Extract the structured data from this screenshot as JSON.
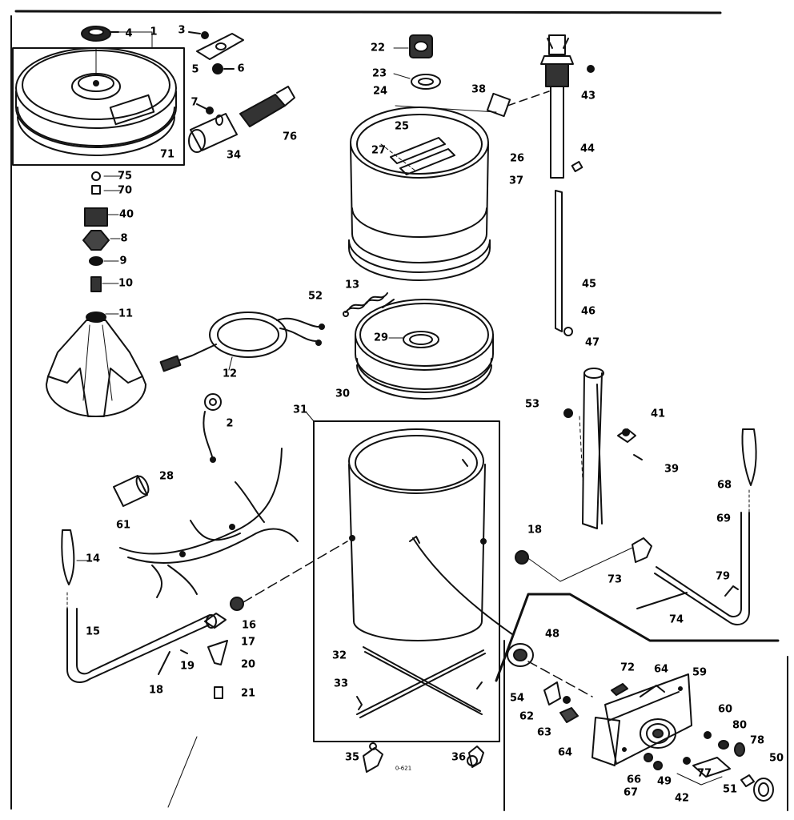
{
  "figure": {
    "part_numbers": [
      "4",
      "1",
      "3",
      "5",
      "6",
      "7",
      "34",
      "76",
      "71",
      "75",
      "70",
      "40",
      "8",
      "9",
      "10",
      "11",
      "12",
      "2",
      "28",
      "61",
      "14",
      "15",
      "16",
      "17",
      "19",
      "18",
      "20",
      "21",
      "22",
      "23",
      "24",
      "25",
      "27",
      "26",
      "13",
      "52",
      "29",
      "30",
      "31",
      "32",
      "33",
      "35",
      "36",
      "38",
      "43",
      "44",
      "37",
      "45",
      "46",
      "47",
      "53",
      "41",
      "39",
      "68",
      "69",
      "18",
      "73",
      "79",
      "74",
      "48",
      "72",
      "64",
      "59",
      "54",
      "62",
      "63",
      "64",
      "60",
      "80",
      "78",
      "50",
      "66",
      "67",
      "49",
      "77",
      "42",
      "51"
    ],
    "small_marks": [
      "0-621"
    ]
  }
}
